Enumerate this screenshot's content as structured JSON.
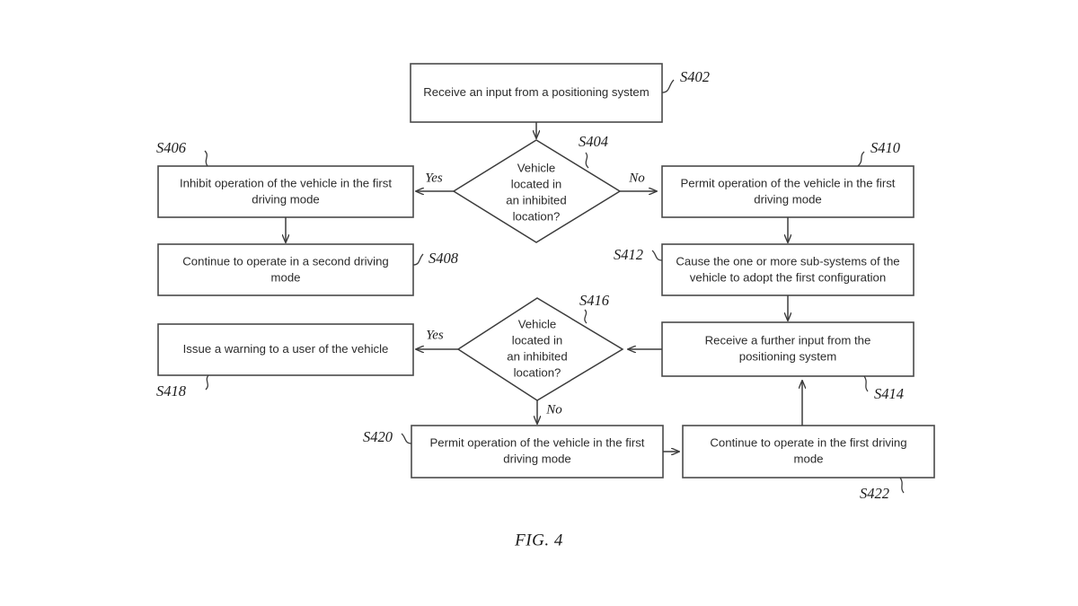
{
  "figure": {
    "caption": "FIG. 4",
    "title": "Patent flowchart FIG. 4 - vehicle driving mode control method"
  },
  "nodes": [
    {
      "id": "S402",
      "ref": "S402",
      "shape": "process",
      "lines": [
        "Receive an input from a positioning system"
      ]
    },
    {
      "id": "S404",
      "ref": "S404",
      "shape": "decision",
      "lines": [
        "Vehicle",
        "located in",
        "an inhibited",
        "location?"
      ]
    },
    {
      "id": "S406",
      "ref": "S406",
      "shape": "process",
      "lines": [
        "Inhibit operation of the vehicle in the first",
        "driving mode"
      ]
    },
    {
      "id": "S408",
      "ref": "S408",
      "shape": "process",
      "lines": [
        "Continue to operate in a second driving",
        "mode"
      ]
    },
    {
      "id": "S410",
      "ref": "S410",
      "shape": "process",
      "lines": [
        "Permit operation of the vehicle in the first",
        "driving mode"
      ]
    },
    {
      "id": "S412",
      "ref": "S412",
      "shape": "process",
      "lines": [
        "Cause the one or more sub-systems of the",
        "vehicle to adopt the first configuration"
      ]
    },
    {
      "id": "S414",
      "ref": "S414",
      "shape": "process",
      "lines": [
        "Receive a further input from the",
        "positioning system"
      ]
    },
    {
      "id": "S416",
      "ref": "S416",
      "shape": "decision",
      "lines": [
        "Vehicle",
        "located in",
        "an inhibited",
        "location?"
      ]
    },
    {
      "id": "S418",
      "ref": "S418",
      "shape": "process",
      "lines": [
        "Issue a warning to a user of the vehicle"
      ]
    },
    {
      "id": "S420",
      "ref": "S420",
      "shape": "process",
      "lines": [
        "Permit operation of the vehicle in the first",
        "driving mode"
      ]
    },
    {
      "id": "S422",
      "ref": "S422",
      "shape": "process",
      "lines": [
        "Continue to operate in the first driving",
        "mode"
      ]
    }
  ],
  "branch_labels": {
    "d404_yes": "Yes",
    "d404_no": "No",
    "d416_yes": "Yes",
    "d416_no": "No"
  },
  "colors": {
    "box_stroke": "#4a4a4a",
    "line_stroke": "#3c3c3c",
    "text": "#2b2b2b",
    "ref_text": "#1c1c1c",
    "background": "#ffffff"
  }
}
